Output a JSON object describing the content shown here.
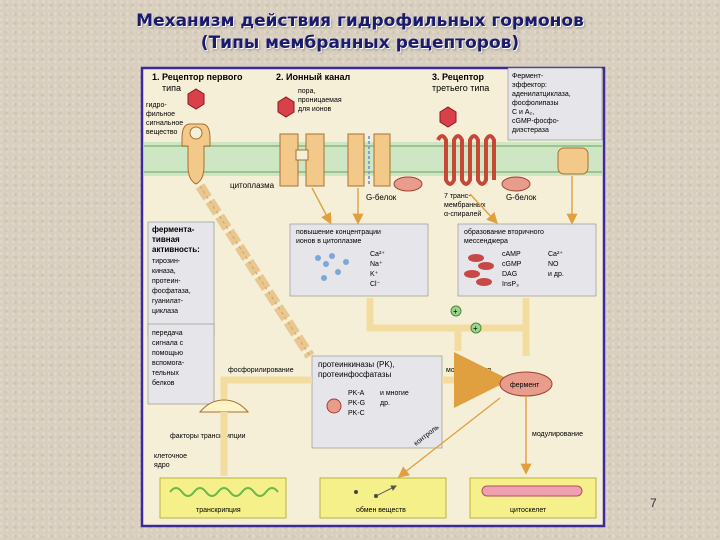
{
  "slide": {
    "title_line1": "Механизм действия гидрофильных гормонов",
    "title_line2": "(Типы мембранных рецепторов)",
    "page_number": "7"
  },
  "colors": {
    "frame": "#3a2a9a",
    "panel_bg": "#f6efd8",
    "membrane": "#cfe6c5",
    "receptor": "#f3c98a",
    "hormone": "#d8404a",
    "ghost_box": "#e6e6ea",
    "result_box": "#f5f08a",
    "arrow": "#f0b45a",
    "enzyme": "#e89c8c"
  },
  "receptors": {
    "r1_line1": "1. Рецептор первого",
    "r1_line2": "типа",
    "r2": "2. Ионный канал",
    "r3_line1": "3. Рецептор",
    "r3_line2": "третьего типа"
  },
  "labels": {
    "hydrophilic": [
      "гидро-",
      "фильное",
      "сигнальное",
      "вещество"
    ],
    "pore": [
      "пора,",
      "проницаемая",
      "для ионов"
    ],
    "effector": [
      "Фермент-",
      "эффектор:",
      "аденилатциклаза,",
      "фосфолипазы",
      "С и А₂,",
      "cGMP-фосфо-",
      "диэстераза"
    ],
    "cytoplasm": "цитоплазма",
    "g_protein_left": "G-белок",
    "g_protein_right": "G-белок",
    "seven_tm": [
      "7 транс-",
      "мембранных",
      "α-спиралей"
    ],
    "enzymatic": [
      "фермента-",
      "тивная",
      "активность:"
    ],
    "enzymatic_list": [
      "тирозин-",
      "киназа,",
      "протеин-",
      "фосфатаза,",
      "гуанилат-",
      "циклаза"
    ],
    "transmission": [
      "передача",
      "сигнала с",
      "помощью",
      "вспомога-",
      "тельных",
      "белков"
    ],
    "ion_increase": [
      "повышение концентрации",
      "ионов в цитоплазме"
    ],
    "ions": [
      "Ca²⁺",
      "Na⁺",
      "K⁺",
      "Cl⁻"
    ],
    "second_messenger": [
      "образование вторичного",
      "мессенджера"
    ],
    "messengers_left": [
      "cAMP",
      "cGMP",
      "DAG",
      "InsP₃"
    ],
    "messengers_right": [
      "Ca²⁺",
      "NO",
      "и др."
    ],
    "plus": "+",
    "kinases": [
      "протеинкиназы (PK),",
      "протеинфосфатазы"
    ],
    "pk_list_left": [
      "PK-A",
      "PK-G",
      "PK-C"
    ],
    "pk_list_right": [
      "и многие",
      "др."
    ],
    "phosphorylation": "фосфорилирование",
    "modification": "модификация",
    "enzyme": "фермент",
    "transcription_factors": "факторы транскрипции",
    "control": "контроль",
    "modulation": "модулирование",
    "nucleus": [
      "клеточное",
      "ядро"
    ],
    "transcription": "транскрипция",
    "metabolism": "обмен веществ",
    "cytoskeleton": "цитоскелет"
  }
}
